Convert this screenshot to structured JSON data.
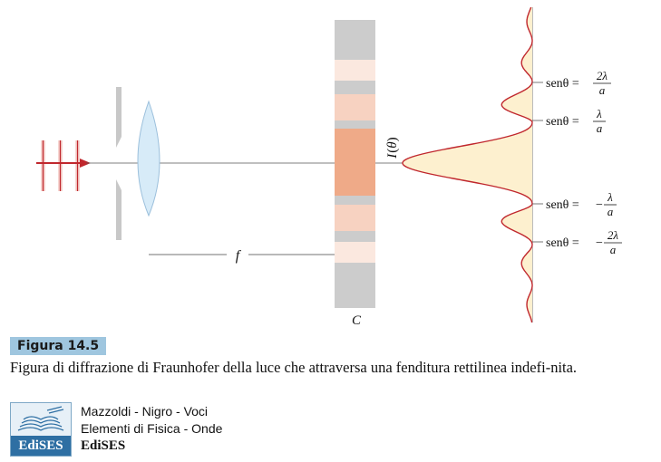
{
  "figure": {
    "label": "Figura 14.5",
    "caption": "Figura di diffrazione di Fraunhofer della luce che attraversa una fenditura rettilinea indefi-nita."
  },
  "diagram": {
    "focal_label": "f",
    "screen_label": "C",
    "intensity_label": "I(θ)",
    "intensity_label_var": "I",
    "intensity_label_arg": "θ",
    "annotations": [
      {
        "prefix": "senθ = ",
        "sign": "",
        "numerator": "2λ",
        "denominator": "a"
      },
      {
        "prefix": "senθ = ",
        "sign": "",
        "numerator": "λ",
        "denominator": "a"
      },
      {
        "prefix": "senθ = ",
        "sign": "−",
        "numerator": "λ",
        "denominator": "a"
      },
      {
        "prefix": "senθ = ",
        "sign": "−",
        "numerator": "2λ",
        "denominator": "a"
      }
    ],
    "colors": {
      "screen_gray": "#cccccc",
      "central_band": "#efaa88",
      "side_band": "#f7d2c1",
      "faint_band": "#fbe8df",
      "curve": "#c0272d",
      "curve_fill": "#fdf0cf",
      "lens": "#d7ebf8",
      "arrow": "#c0272d"
    }
  },
  "footer": {
    "authors": "Mazzoldi - Nigro - Voci",
    "title": "Elementi di Fisica - Onde",
    "publisher": "EdiSES",
    "logo_text": "EdiSES"
  }
}
